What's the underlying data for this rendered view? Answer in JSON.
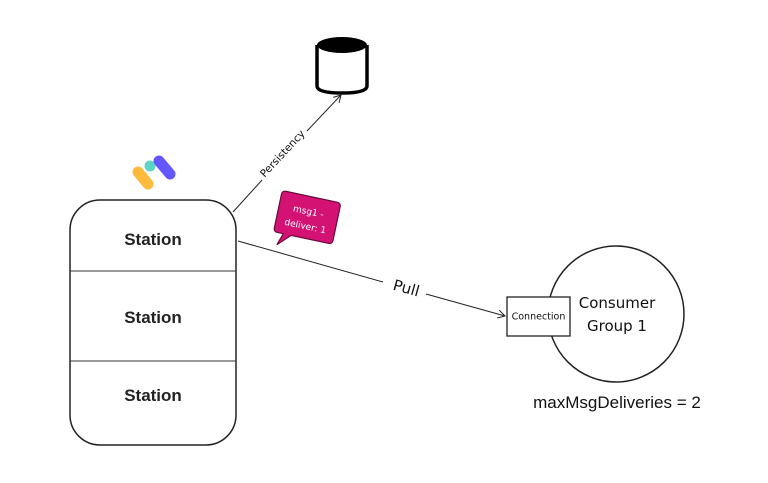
{
  "diagram": {
    "stations": [
      {
        "label": "Station"
      },
      {
        "label": "Station"
      },
      {
        "label": "Station"
      }
    ],
    "logo": {
      "icon": "memphis-logo-icon",
      "colors": [
        "#FDBA3B",
        "#60D4C4",
        "#6557FF"
      ]
    },
    "database": {
      "icon": "database-cylinder-icon"
    },
    "edges": {
      "persistency": {
        "label": "Persistency"
      },
      "pull": {
        "label": "Pull"
      }
    },
    "message_bubble": {
      "line1": "msg1 -",
      "line2": "deliver: 1",
      "color": "#D31274"
    },
    "connection": {
      "label": "Connection"
    },
    "consumer_group": {
      "line1": "Consumer",
      "line2": "Group 1"
    },
    "config_note": {
      "text": "maxMsgDeliveries = 2"
    }
  }
}
